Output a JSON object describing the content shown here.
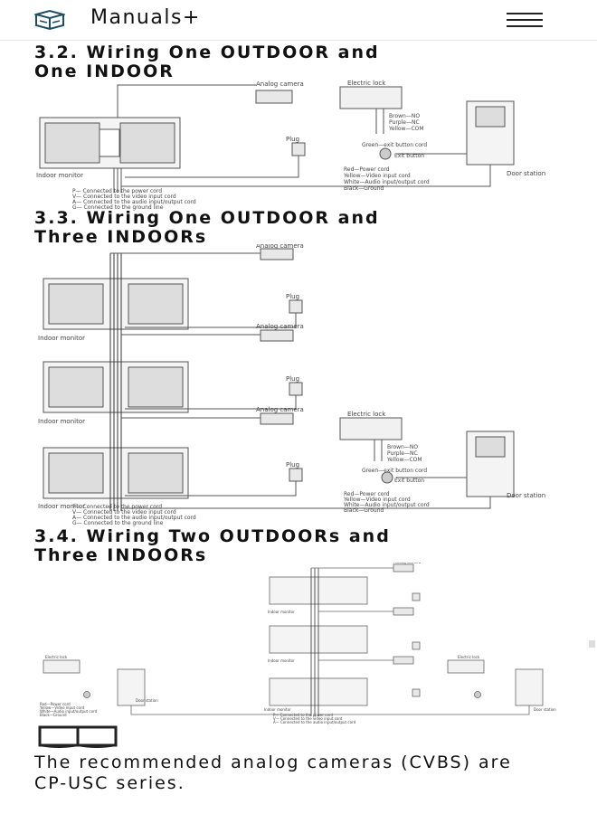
{
  "header": {
    "brand": "Manuals+"
  },
  "sections": [
    {
      "heading_line1": "3.2. Wiring One OUTDOOR and",
      "heading_line2": "One INDOOR"
    },
    {
      "heading_line1": "3.3. Wiring One OUTDOOR and",
      "heading_line2": "Three INDOORs"
    },
    {
      "heading_line1": "3.4. Wiring Two OUTDOORs and",
      "heading_line2": "Three INDOORs"
    }
  ],
  "diagram_labels": {
    "analog_camera": "Analog camera",
    "electric_lock": "Electric lock",
    "plug": "Plug",
    "indoor_monitor": "Indoor monitor",
    "door_station": "Door station",
    "exit_button": "Exit button",
    "exit_button_cord": "Green—exit button cord",
    "lock_brown": "Brown—NO",
    "lock_purple": "Purple—NC",
    "lock_yellow": "Yellow—COM",
    "cord_red": "Red—Power cord",
    "cord_yellow": "Yellow—Video input cord",
    "cord_white": "White—Audio input/output cord",
    "cord_black": "Black—Ground",
    "legend_p": "P— Connected to the power cord",
    "legend_v": "V— Connected to the video input cord",
    "legend_a": "A— Connected to the audio input/output cord",
    "legend_g": "G— Connected to the ground line"
  },
  "note": {
    "icon": "book-icon",
    "text": "The recommended analog cameras (CVBS) are CP-USC series."
  }
}
